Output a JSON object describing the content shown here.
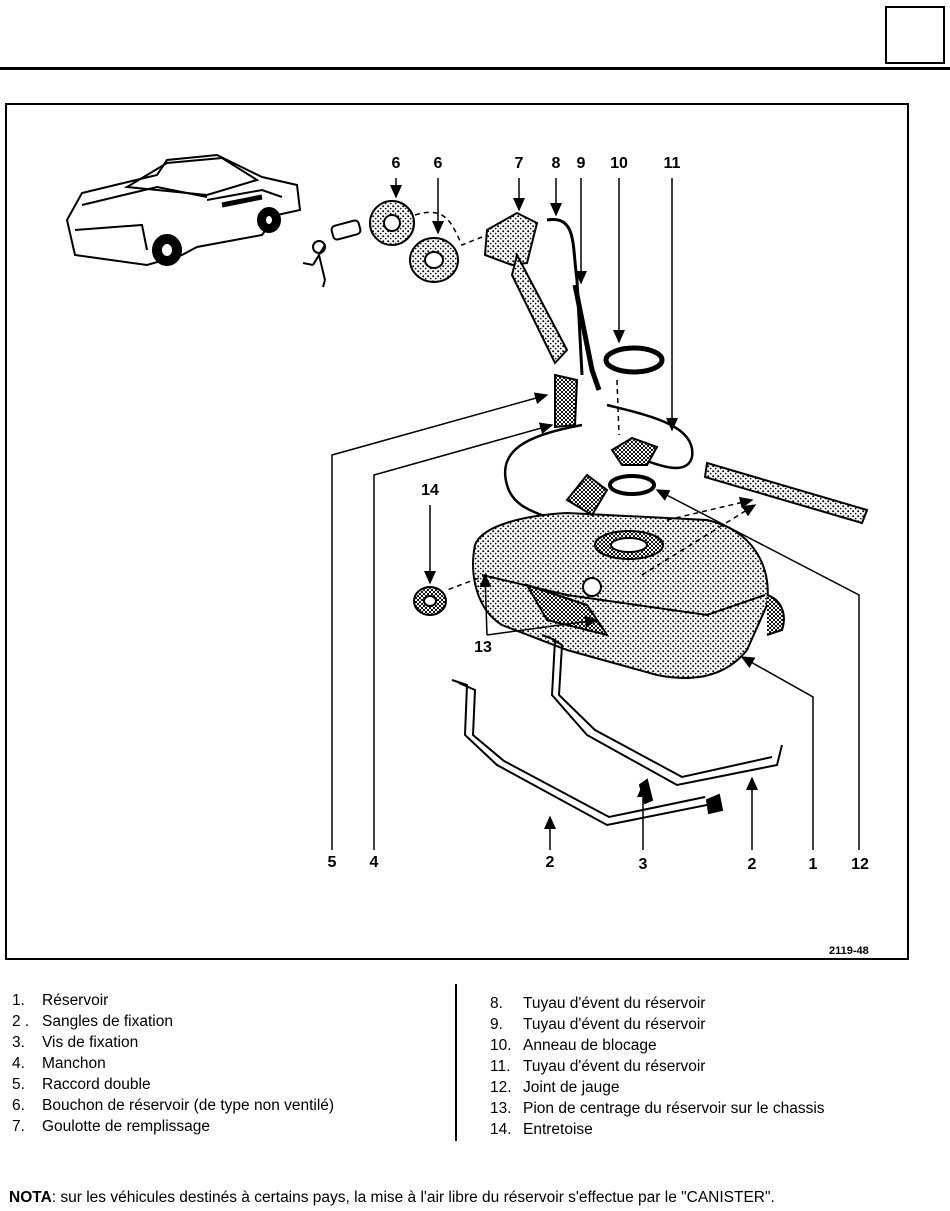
{
  "figure": {
    "code": "2119-48",
    "callouts": [
      "5",
      "4",
      "2",
      "3",
      "2",
      "1",
      "12",
      "6",
      "6",
      "7",
      "8",
      "9",
      "10",
      "11",
      "14",
      "13"
    ]
  },
  "legend_left": [
    {
      "num": "1.",
      "text": "Réservoir"
    },
    {
      "num": "2 .",
      "text": "Sangles de fixation"
    },
    {
      "num": "3.",
      "text": "Vis de fixation"
    },
    {
      "num": "4.",
      "text": "Manchon"
    },
    {
      "num": "5.",
      "text": "Raccord double"
    },
    {
      "num": "6.",
      "text": "Bouchon de réservoir (de type non ventilé)"
    },
    {
      "num": "7.",
      "text": "Goulotte de remplissage"
    }
  ],
  "legend_right": [
    {
      "num": "8.",
      "text": "Tuyau d'évent du réservoir"
    },
    {
      "num": "9.",
      "text": "Tuyau d'évent du réservoir"
    },
    {
      "num": "10.",
      "text": "Anneau de blocage"
    },
    {
      "num": "11.",
      "text": "Tuyau d'évent du réservoir"
    },
    {
      "num": "12.",
      "text": "Joint de jauge"
    },
    {
      "num": "13.",
      "text": "Pion de centrage du réservoir sur le chassis"
    },
    {
      "num": "14.",
      "text": "Entretoise"
    }
  ],
  "note": {
    "label": "NOTA",
    "text": ": sur les véhicules destinés à certains pays, la mise à l'air libre du réservoir s'effectue par le \"CANISTER\"."
  }
}
